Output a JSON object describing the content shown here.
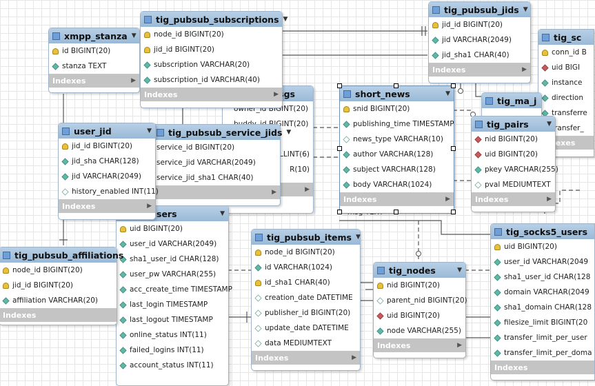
{
  "tables": [
    {
      "key": "xmpp_stanza",
      "name": "xmpp_stanza",
      "columns": [
        {
          "text": "id BIGINT(20)",
          "type": "pk"
        },
        {
          "text": "stanza TEXT",
          "type": "attr"
        }
      ],
      "indexes": "Indexes"
    },
    {
      "key": "tig_pubsub_subscriptions",
      "name": "tig_pubsub_subscriptions",
      "columns": [
        {
          "text": "node_id BIGINT(20)",
          "type": "pk"
        },
        {
          "text": "jid_id BIGINT(20)",
          "type": "pk"
        },
        {
          "text": "subscription VARCHAR(20)",
          "type": "attr"
        },
        {
          "text": "subscription_id VARCHAR(40)",
          "type": "attr"
        }
      ],
      "indexes": "Indexes"
    },
    {
      "key": "tig_pubsub_jids",
      "name": "tig_pubsub_jids",
      "columns": [
        {
          "text": "jid_id BIGINT(20)",
          "type": "pk"
        },
        {
          "text": "jid VARCHAR(2049)",
          "type": "attr"
        },
        {
          "text": "jid_sha1 CHAR(40)",
          "type": "attr"
        }
      ],
      "indexes": "Indexes"
    },
    {
      "key": "tig_sc",
      "name": "tig_sc",
      "columns": [
        {
          "text": "conn_id B",
          "type": "pk"
        },
        {
          "text": "uid BIGI",
          "type": "fk"
        },
        {
          "text": "instance",
          "type": "attr"
        },
        {
          "text": "direction",
          "type": "attr"
        },
        {
          "text": "transferre",
          "type": "attr"
        },
        {
          "text": "transfer_",
          "type": "attr"
        }
      ],
      "indexes": "Indexes"
    },
    {
      "key": "msgs",
      "name": "sgs",
      "columns": [
        {
          "text": "owner_id BIGINT(20)",
          "type": "attr"
        },
        {
          "text": "buddy_id BIGINT(20)",
          "type": "attr"
        },
        {
          "text": "",
          "type": "attr"
        },
        {
          "text": "LLINT(6)",
          "type": "attr"
        },
        {
          "text": "R(10)",
          "type": "attr"
        }
      ],
      "indexes": "",
      "footer": "msg TEXT"
    },
    {
      "key": "short_news",
      "name": "short_news",
      "columns": [
        {
          "text": "snid BIGINT(20)",
          "type": "pk"
        },
        {
          "text": "publishing_time TIMESTAMP",
          "type": "attr"
        },
        {
          "text": "news_type VARCHAR(10)",
          "type": "nul"
        },
        {
          "text": "author VARCHAR(128)",
          "type": "attr"
        },
        {
          "text": "subject VARCHAR(128)",
          "type": "attr"
        },
        {
          "text": "body VARCHAR(1024)",
          "type": "attr"
        }
      ],
      "indexes": "Indexes"
    },
    {
      "key": "tig_ma",
      "name": "tig_ma_j",
      "columns": [],
      "indexes": ""
    },
    {
      "key": "tig_pairs",
      "name": "tig_pairs",
      "columns": [
        {
          "text": "nid BIGINT(20)",
          "type": "fk"
        },
        {
          "text": "uid BIGINT(20)",
          "type": "fk"
        },
        {
          "text": "pkey VARCHAR(255)",
          "type": "attr"
        },
        {
          "text": "pval MEDIUMTEXT",
          "type": "nul"
        }
      ],
      "indexes": "Indexes"
    },
    {
      "key": "user_jid",
      "name": "user_jid",
      "columns": [
        {
          "text": "jid_id BIGINT(20)",
          "type": "pk"
        },
        {
          "text": "jid_sha CHAR(128)",
          "type": "attr"
        },
        {
          "text": "jid VARCHAR(2049)",
          "type": "attr"
        },
        {
          "text": "history_enabled INT(11)",
          "type": "nul"
        }
      ],
      "indexes": "Indexes"
    },
    {
      "key": "tig_pubsub_service_jids",
      "name": "tig_pubsub_service_jids",
      "columns": [
        {
          "text": "service_id BIGINT(20)",
          "type": "pk"
        },
        {
          "text": "service_jid VARCHAR(2049)",
          "type": "attr"
        },
        {
          "text": "service_jid_sha1 CHAR(40)",
          "type": "attr"
        }
      ],
      "indexes": ""
    },
    {
      "key": "tig_users",
      "name": "sers",
      "columns": [
        {
          "text": "uid BIGINT(20)",
          "type": "pk"
        },
        {
          "text": "user_id VARCHAR(2049)",
          "type": "attr"
        },
        {
          "text": "sha1_user_id CHAR(128)",
          "type": "attr"
        },
        {
          "text": "user_pw VARCHAR(255)",
          "type": "attr"
        },
        {
          "text": "acc_create_time TIMESTAMP",
          "type": "attr"
        },
        {
          "text": "last_login TIMESTAMP",
          "type": "attr"
        },
        {
          "text": "last_logout TIMESTAMP",
          "type": "attr"
        },
        {
          "text": "online_status INT(11)",
          "type": "attr"
        },
        {
          "text": "failed_logins INT(11)",
          "type": "attr"
        },
        {
          "text": "account_status INT(11)",
          "type": "attr"
        }
      ],
      "indexes": ""
    },
    {
      "key": "tig_pubsub_affiliations",
      "name": "tig_pubsub_affiliations",
      "columns": [
        {
          "text": "node_id BIGINT(20)",
          "type": "pk"
        },
        {
          "text": "jid_id BIGINT(20)",
          "type": "pk"
        },
        {
          "text": "affiliation VARCHAR(20)",
          "type": "attr"
        }
      ],
      "indexes": "Indexes"
    },
    {
      "key": "tig_pubsub_items",
      "name": "tig_pubsub_items",
      "columns": [
        {
          "text": "node_id BIGINT(20)",
          "type": "pk"
        },
        {
          "text": "id VARCHAR(1024)",
          "type": "attr"
        },
        {
          "text": "id_sha1 CHAR(40)",
          "type": "pk"
        },
        {
          "text": "creation_date DATETIME",
          "type": "nul"
        },
        {
          "text": "publisher_id BIGINT(20)",
          "type": "nul"
        },
        {
          "text": "update_date DATETIME",
          "type": "nul"
        },
        {
          "text": "data MEDIUMTEXT",
          "type": "nul"
        }
      ],
      "indexes": "Indexes"
    },
    {
      "key": "tig_nodes",
      "name": "tig_nodes",
      "columns": [
        {
          "text": "nid BIGINT(20)",
          "type": "pk"
        },
        {
          "text": "parent_nid BIGINT(20)",
          "type": "nul"
        },
        {
          "text": "uid BIGINT(20)",
          "type": "fk"
        },
        {
          "text": "node VARCHAR(255)",
          "type": "attr"
        }
      ],
      "indexes": "Indexes"
    },
    {
      "key": "tig_socks5_users",
      "name": "tig_socks5_users",
      "columns": [
        {
          "text": "uid BIGINT(20)",
          "type": "pk"
        },
        {
          "text": "user_id VARCHAR(2049",
          "type": "attr"
        },
        {
          "text": "sha1_user_id CHAR(128",
          "type": "attr"
        },
        {
          "text": "domain VARCHAR(2049",
          "type": "attr"
        },
        {
          "text": "sha1_domain CHAR(128",
          "type": "attr"
        },
        {
          "text": "filesize_limit BIGINT(20",
          "type": "attr"
        },
        {
          "text": "transfer_limit_per_user",
          "type": "attr"
        },
        {
          "text": "transfer_limit_per_doma",
          "type": "attr"
        }
      ],
      "indexes": "Indexes"
    }
  ]
}
